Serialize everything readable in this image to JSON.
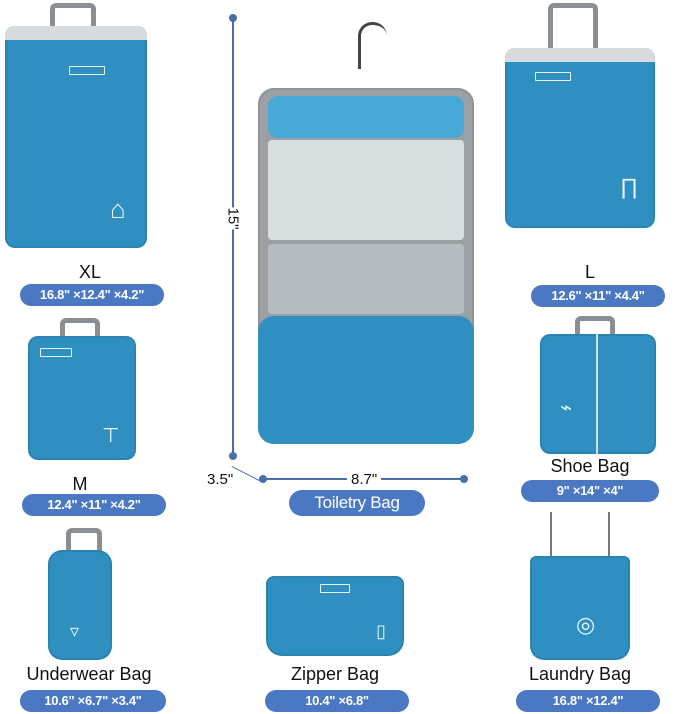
{
  "products": [
    {
      "id": "xl",
      "title": "XL",
      "dimensions": "16.8\" ×12.4\" ×4.2\"",
      "icon": "jacket-icon"
    },
    {
      "id": "l",
      "title": "L",
      "dimensions": "12.6\" ×11\" ×4.4\"",
      "icon": "pants-icon"
    },
    {
      "id": "m",
      "title": "M",
      "dimensions": "12.4\" ×11\" ×4.2\"",
      "icon": "shirt-icon"
    },
    {
      "id": "shoe",
      "title": "Shoe Bag",
      "dimensions": "9\" ×14\" ×4\"",
      "icon": "shoe-icon"
    },
    {
      "id": "toiletry",
      "title": "Toiletry Bag",
      "dimensions": "",
      "icon": "hook-icon"
    },
    {
      "id": "underwear",
      "title": "Underwear Bag",
      "dimensions": "10.6\" ×6.7\" ×3.4\"",
      "icon": "underwear-icon"
    },
    {
      "id": "zipper",
      "title": "Zipper Bag",
      "dimensions": "10.4\" ×6.8\"",
      "icon": "bottle-icon"
    },
    {
      "id": "laundry",
      "title": "Laundry Bag",
      "dimensions": "16.8\" ×12.4\"",
      "icon": "washing-machine-icon"
    }
  ],
  "toiletry_dimensions": {
    "height": "15\"",
    "width": "8.7\"",
    "depth": "3.5\""
  },
  "colors": {
    "bag": "#2f8fc0",
    "badge": "#4a78c2",
    "dimension_line": "#4a6fa8",
    "trim": "#d7dbdd"
  }
}
